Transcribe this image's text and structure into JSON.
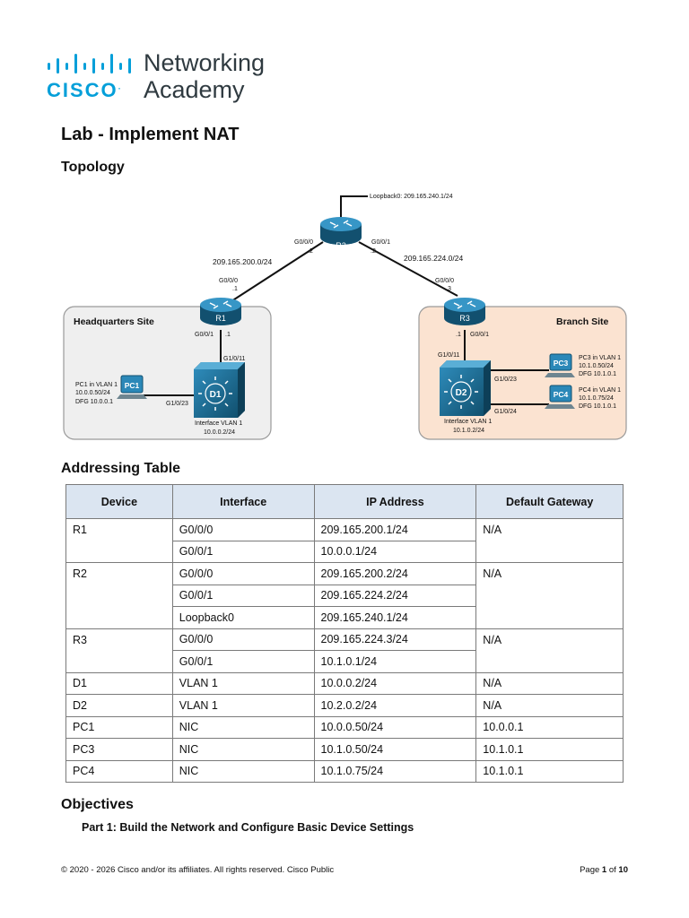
{
  "logo": {
    "wordmark": "CISCO",
    "tm": ".",
    "line1": "Networking",
    "line2": "Academy"
  },
  "title": "Lab - Implement NAT",
  "topology_heading": "Topology",
  "topology": {
    "loopback": "Loopback0: 209.165.240.1/24",
    "r2": "R2",
    "r2_left_if": "G0/0/0",
    "r2_left_ip": ".2",
    "r2_right_if": "G0/0/1",
    "r2_right_ip": ".2",
    "net_left": "209.165.200.0/24",
    "net_right": "209.165.224.0/24",
    "r1": "R1",
    "r1_top_if": "G0/0/0",
    "r1_top_ip": ".1",
    "r1_bot_if": "G0/0/1",
    "r1_bot_ip": ".1",
    "r3": "R3",
    "r3_top_if": "G0/0/0",
    "r3_top_ip": ".3",
    "r3_bot_ip": ".1",
    "r3_bot_if": "G0/0/1",
    "hq_label": "Headquarters Site",
    "branch_label": "Branch Site",
    "d1": "D1",
    "d1_up_if": "G1/0/11",
    "d1_pc_if": "G1/0/23",
    "d1_vlan_line1": "Interface VLAN 1",
    "d1_vlan_line2": "10.0.0.2/24",
    "pc1": "PC1",
    "pc1_line1": "PC1 in VLAN 1",
    "pc1_line2": "10.0.0.50/24",
    "pc1_line3": "DFG 10.0.0.1",
    "d2": "D2",
    "d2_up_if": "G1/0/11",
    "d2_pc3_if": "G1/0/23",
    "d2_pc4_if": "G1/0/24",
    "d2_vlan_line1": "Interface VLAN 1",
    "d2_vlan_line2": "10.1.0.2/24",
    "pc3": "PC3",
    "pc3_line1": "PC3 in VLAN 1",
    "pc3_line2": "10.1.0.50/24",
    "pc3_line3": "DFG 10.1.0.1",
    "pc4": "PC4",
    "pc4_line1": "PC4 in VLAN 1",
    "pc4_line2": "10.1.0.75/24",
    "pc4_line3": "DFG 10.1.0.1"
  },
  "addressing_heading": "Addressing Table",
  "table": {
    "headers": [
      "Device",
      "Interface",
      "IP Address",
      "Default Gateway"
    ],
    "rows": [
      {
        "device": "R1",
        "interface": "G0/0/0",
        "ip": "209.165.200.1/24",
        "gateway": "N/A"
      },
      {
        "device": "",
        "interface": "G0/0/1",
        "ip": "10.0.0.1/24",
        "gateway": ""
      },
      {
        "device": "R2",
        "interface": "G0/0/0",
        "ip": "209.165.200.2/24",
        "gateway": "N/A"
      },
      {
        "device": "",
        "interface": "G0/0/1",
        "ip": "209.165.224.2/24",
        "gateway": ""
      },
      {
        "device": "",
        "interface": "Loopback0",
        "ip": "209.165.240.1/24",
        "gateway": ""
      },
      {
        "device": "R3",
        "interface": "G0/0/0",
        "ip": "209.165.224.3/24",
        "gateway": "N/A"
      },
      {
        "device": "",
        "interface": "G0/0/1",
        "ip": "10.1.0.1/24",
        "gateway": ""
      },
      {
        "device": "D1",
        "interface": "VLAN 1",
        "ip": "10.0.0.2/24",
        "gateway": "N/A"
      },
      {
        "device": "D2",
        "interface": "VLAN 1",
        "ip": "10.2.0.2/24",
        "gateway": "N/A"
      },
      {
        "device": "PC1",
        "interface": "NIC",
        "ip": "10.0.0.50/24",
        "gateway": "10.0.0.1"
      },
      {
        "device": "PC3",
        "interface": "NIC",
        "ip": "10.1.0.50/24",
        "gateway": "10.1.0.1"
      },
      {
        "device": "PC4",
        "interface": "NIC",
        "ip": "10.1.0.75/24",
        "gateway": "10.1.0.1"
      }
    ]
  },
  "objectives_heading": "Objectives",
  "part1": "Part 1: Build the Network and Configure Basic Device Settings",
  "footer": {
    "copyright": "© 2020 - 2026 Cisco and/or its affiliates. All rights reserved. Cisco Public",
    "page_prefix": "Page ",
    "page_num": "1",
    "page_of": " of ",
    "page_total": "10"
  },
  "colors": {
    "cisco_blue": "#049fd9",
    "router_blue": "#1f6f97",
    "hq_bg": "#efefef",
    "branch_bg": "#fbe3d1",
    "table_header_bg": "#dbe5f1"
  }
}
